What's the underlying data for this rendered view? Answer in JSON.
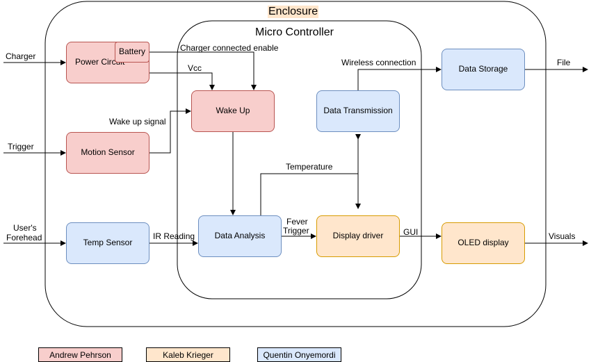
{
  "titles": {
    "enclosure": "Enclosure",
    "micro_controller": "Micro Controller"
  },
  "blocks": {
    "power_circuit": "Power Circuit",
    "battery": "Battery",
    "motion_sensor": "Motion Sensor",
    "temp_sensor": "Temp Sensor",
    "wake_up": "Wake Up",
    "data_analysis": "Data Analysis",
    "data_transmission": "Data Transmission",
    "display_driver": "Display driver",
    "data_storage": "Data Storage",
    "oled_display": "OLED display"
  },
  "edge_labels": {
    "charger": "Charger",
    "trigger": "Trigger",
    "users_forehead_1": "User's",
    "users_forehead_2": "Forehead",
    "charger_connected_enable": "Charger connected enable",
    "vcc": "Vcc",
    "wake_up_signal": "Wake up signal",
    "ir_reading": "IR Reading",
    "temperature": "Temperature",
    "fever_trigger_1": "Fever",
    "fever_trigger_2": "Trigger",
    "gui": "GUI",
    "wireless_connection": "Wireless connection",
    "file": "File",
    "visuals": "Visuals"
  },
  "legend": {
    "andrew": "Andrew Pehrson",
    "kaleb": "Kaleb Krieger",
    "quentin": "Quentin Onyemordi"
  },
  "colors": {
    "red_fill": "#f8cecc",
    "red_stroke": "#b85450",
    "blue_fill": "#dae8fc",
    "blue_stroke": "#6c8ebf",
    "orange_fill": "#ffe6cc",
    "orange_stroke": "#d79b00",
    "title_highlight": "#ffe6cc"
  }
}
